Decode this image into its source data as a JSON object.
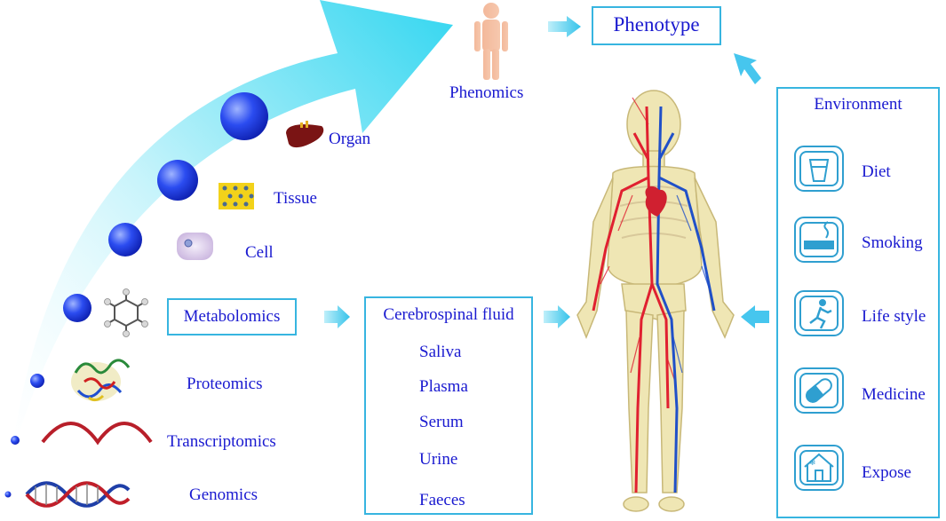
{
  "phenotype": "Phenotype",
  "phenomics": "Phenomics",
  "omics": {
    "organ": "Organ",
    "tissue": "Tissue",
    "cell": "Cell",
    "metabolomics": "Metabolomics",
    "proteomics": "Proteomics",
    "transcriptomics": "Transcriptomics",
    "genomics": "Genomics"
  },
  "fluids": [
    "Cerebrospinal fluid",
    "Saliva",
    "Plasma",
    "Serum",
    "Urine",
    "Faeces"
  ],
  "environment": {
    "title": "Environment",
    "items": [
      {
        "label": "Diet",
        "icon": "cup-icon"
      },
      {
        "label": "Smoking",
        "icon": "cigarette-icon"
      },
      {
        "label": "Life style",
        "icon": "runner-icon"
      },
      {
        "label": "Medicine",
        "icon": "pill-icon"
      },
      {
        "label": "Expose",
        "icon": "house-exposure-icon"
      }
    ]
  },
  "colors": {
    "label": "#1a1ad0",
    "accent": "#37b5e0",
    "sphere": "#1e3ce6",
    "artery": "#e02030",
    "vein": "#2050c8"
  }
}
